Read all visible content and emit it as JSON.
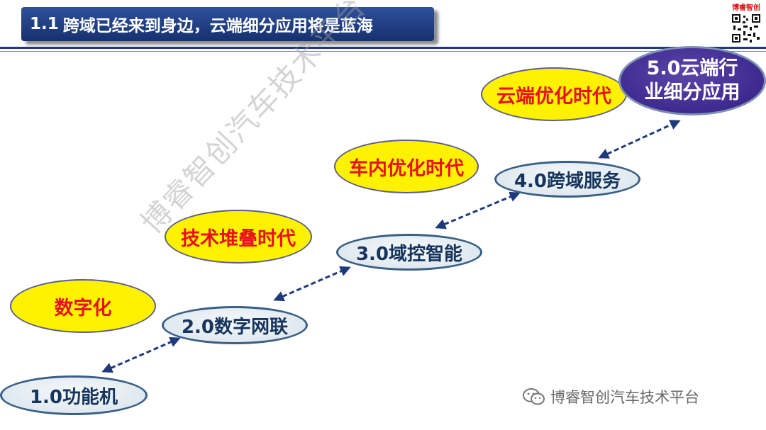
{
  "header": {
    "section_number": "1.1",
    "title": "跨域已经来到身边，云端细分应用将是蓝海",
    "logo_text": "博睿智创"
  },
  "diagram": {
    "eras": [
      {
        "id": "digitalization",
        "label": "数字化"
      },
      {
        "id": "tech-stacking",
        "label": "技术堆叠时代"
      },
      {
        "id": "in-car-optimization",
        "label": "车内优化时代"
      },
      {
        "id": "cloud-optimization",
        "label": "云端优化时代"
      }
    ],
    "stages": [
      {
        "id": "stage-1",
        "label": "1.0功能机"
      },
      {
        "id": "stage-2",
        "label": "2.0数字网联"
      },
      {
        "id": "stage-3",
        "label": "3.0域控智能"
      },
      {
        "id": "stage-4",
        "label": "4.0跨域服务"
      },
      {
        "id": "stage-5",
        "label": "5.0云端行业细分应用"
      }
    ]
  },
  "watermark": "博睿智创汽车技术平台",
  "footer": {
    "text": "博睿智创汽车技术平台",
    "icon": "wechat-icon"
  },
  "colors": {
    "title_bg": "#1f3a7a",
    "era_fill": "#fff200",
    "era_text": "#e8101a",
    "stage_fill": "#dfe8ef",
    "stage_text": "#16345c",
    "stage5_fill": "#3e2a8f",
    "arrow": "#1f3a7a"
  }
}
